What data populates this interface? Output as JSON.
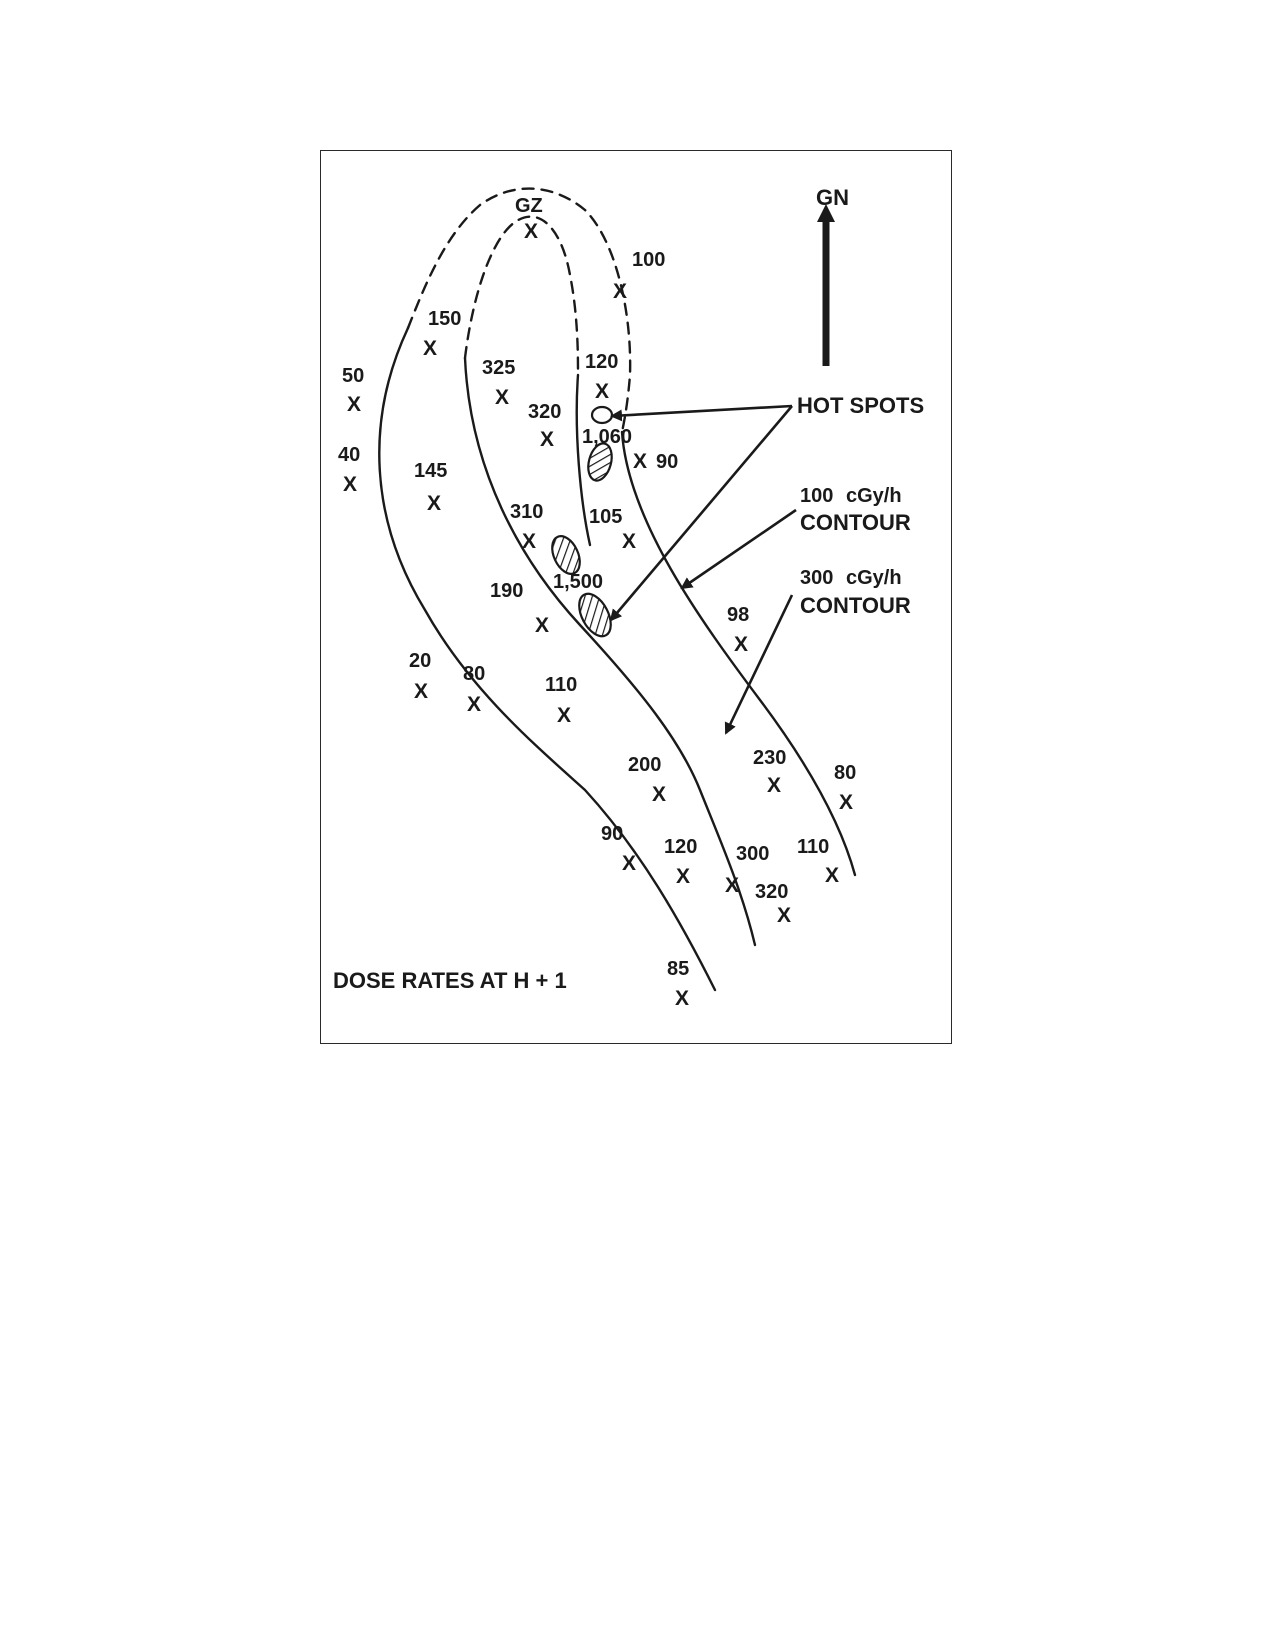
{
  "north_label": "GN",
  "ground_zero_label": "GZ",
  "marker_symbol": "X",
  "callouts": {
    "hot_spots": "HOT SPOTS",
    "contour_100_value": "100",
    "contour_100_unit": "cGy/h",
    "contour_100_word": "CONTOUR",
    "contour_300_value": "300",
    "contour_300_unit": "cGy/h",
    "contour_300_word": "CONTOUR"
  },
  "caption": "DOSE RATES AT H + 1",
  "dose_readings": [
    "100",
    "150",
    "50",
    "325",
    "120",
    "320",
    "1,060",
    "90",
    "40",
    "145",
    "310",
    "105",
    "1,500",
    "190",
    "98",
    "20",
    "80",
    "110",
    "230",
    "80",
    "200",
    "90",
    "120",
    "300",
    "110",
    "320",
    "85"
  ]
}
